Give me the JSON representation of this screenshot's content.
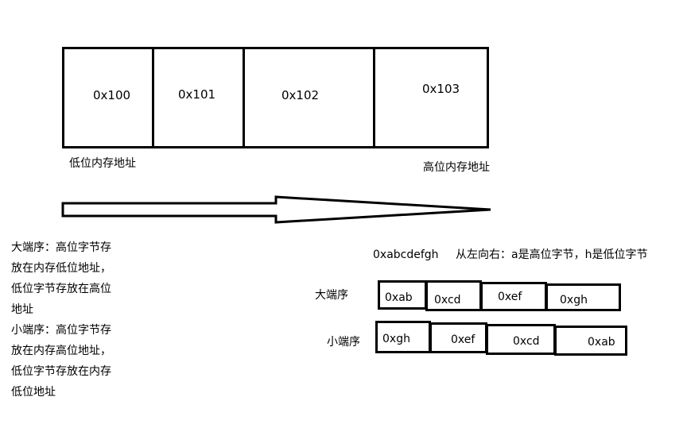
{
  "addresses": [
    "0x100",
    "0x101",
    "0x102",
    "0x103"
  ],
  "low_address_label": "低位内存地址",
  "high_address_label": "高位内存地址",
  "notes": [
    "大端序：高位字节存",
    "放在内存低位地址，",
    "低位字节存放在高位",
    "地址",
    "小端序：高位字节存",
    "放在内存高位地址，",
    "低位字节存放在内存",
    "低位地址"
  ],
  "example_value": "0xabcdefgh",
  "example_note": "从左向右：a是高位字节，h是低位字节",
  "big_endian": {
    "label": "大端序",
    "bytes": [
      "0xab",
      "0xcd",
      "0xef",
      "0xgh"
    ]
  },
  "little_endian": {
    "label": "小端序",
    "bytes": [
      "0xgh",
      "0xef",
      "0xcd",
      "0xab"
    ]
  }
}
